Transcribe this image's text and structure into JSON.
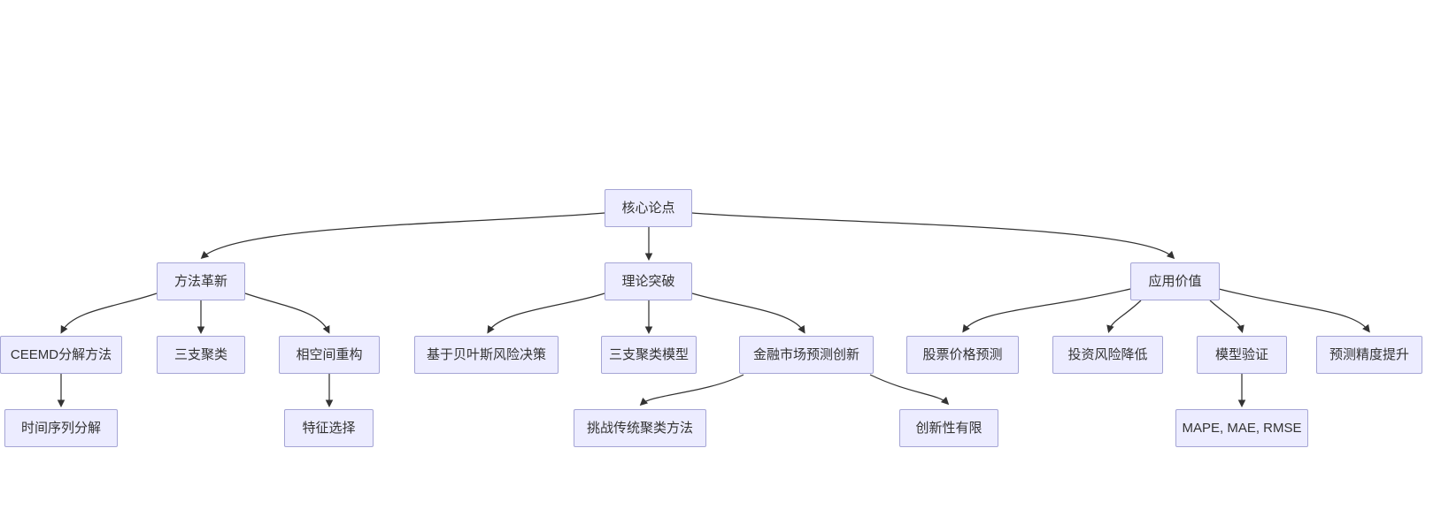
{
  "diagram": {
    "type": "flowchart-top-down",
    "colors": {
      "canvas_bg": "#ffffff",
      "node_fill": "#ececff",
      "node_border": "#a5a5d5",
      "text_color": "#333333",
      "edge_color": "#333333"
    },
    "nodes": [
      {
        "id": "core-thesis",
        "label": "核心论点"
      },
      {
        "id": "method-innovation",
        "label": "方法革新"
      },
      {
        "id": "theory-breakthrough",
        "label": "理论突破"
      },
      {
        "id": "application-value",
        "label": "应用价值"
      },
      {
        "id": "ceemd-decomposition",
        "label": "CEEMD分解方法"
      },
      {
        "id": "three-way-clustering",
        "label": "三支聚类"
      },
      {
        "id": "phase-space-reconstruction",
        "label": "相空间重构"
      },
      {
        "id": "bayesian-risk-decision",
        "label": "基于贝叶斯风险决策"
      },
      {
        "id": "three-way-clustering-model",
        "label": "三支聚类模型"
      },
      {
        "id": "financial-market-forecast-innovation",
        "label": "金融市场预测创新"
      },
      {
        "id": "stock-price-prediction",
        "label": "股票价格预测"
      },
      {
        "id": "investment-risk-reduction",
        "label": "投资风险降低"
      },
      {
        "id": "model-validation",
        "label": "模型验证"
      },
      {
        "id": "forecast-accuracy-improvement",
        "label": "预测精度提升"
      },
      {
        "id": "time-series-decomposition",
        "label": "时间序列分解"
      },
      {
        "id": "feature-selection",
        "label": "特征选择"
      },
      {
        "id": "challenge-traditional-clustering",
        "label": "挑战传统聚类方法"
      },
      {
        "id": "limited-novelty",
        "label": "创新性有限"
      },
      {
        "id": "evaluation-metrics",
        "label": "MAPE, MAE, RMSE"
      }
    ],
    "edges": [
      {
        "from": "core-thesis",
        "to": "method-innovation"
      },
      {
        "from": "core-thesis",
        "to": "theory-breakthrough"
      },
      {
        "from": "core-thesis",
        "to": "application-value"
      },
      {
        "from": "method-innovation",
        "to": "ceemd-decomposition"
      },
      {
        "from": "method-innovation",
        "to": "three-way-clustering"
      },
      {
        "from": "method-innovation",
        "to": "phase-space-reconstruction"
      },
      {
        "from": "theory-breakthrough",
        "to": "bayesian-risk-decision"
      },
      {
        "from": "theory-breakthrough",
        "to": "three-way-clustering-model"
      },
      {
        "from": "theory-breakthrough",
        "to": "financial-market-forecast-innovation"
      },
      {
        "from": "application-value",
        "to": "stock-price-prediction"
      },
      {
        "from": "application-value",
        "to": "investment-risk-reduction"
      },
      {
        "from": "application-value",
        "to": "model-validation"
      },
      {
        "from": "application-value",
        "to": "forecast-accuracy-improvement"
      },
      {
        "from": "ceemd-decomposition",
        "to": "time-series-decomposition"
      },
      {
        "from": "phase-space-reconstruction",
        "to": "feature-selection"
      },
      {
        "from": "financial-market-forecast-innovation",
        "to": "challenge-traditional-clustering"
      },
      {
        "from": "financial-market-forecast-innovation",
        "to": "limited-novelty"
      },
      {
        "from": "model-validation",
        "to": "evaluation-metrics"
      }
    ]
  }
}
